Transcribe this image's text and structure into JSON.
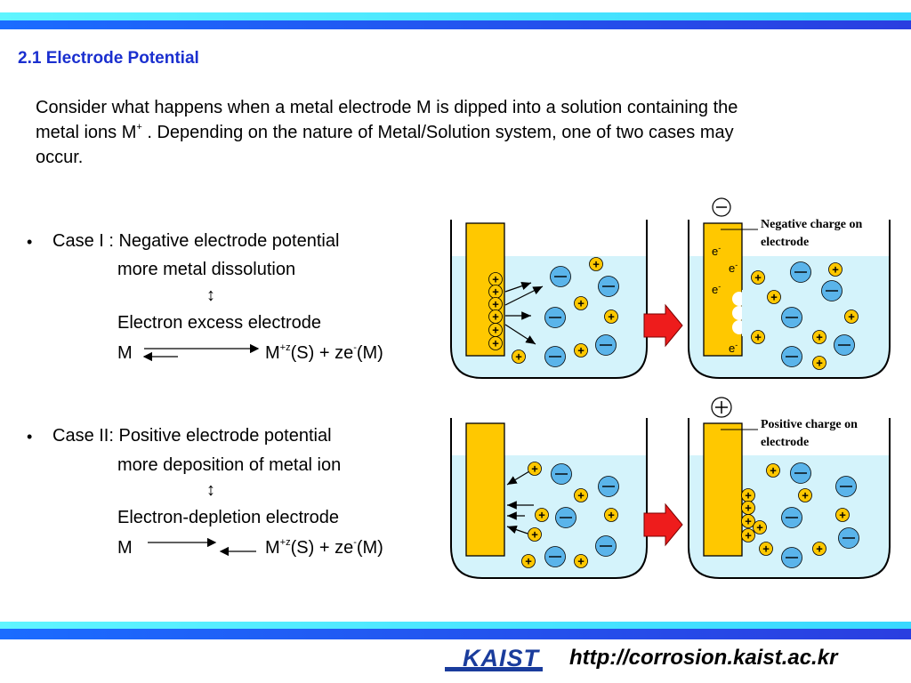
{
  "section_title": "2.1 Electrode Potential",
  "intro": {
    "line1": "Consider what happens when a metal electrode M is dipped into a solution containing the",
    "line2_a": "metal ions M",
    "line2_sup": "+",
    "line2_b": " . Depending on the nature of Metal/Solution system, one of two cases may",
    "line3": "occur."
  },
  "case1": {
    "bullet": "•",
    "heading": "Case I : Negative electrode potential",
    "detail": "more metal dissolution",
    "arrow_symbol": "↕",
    "electrode": "Electron excess electrode",
    "eq_left": "M",
    "eq_right_a": "M",
    "eq_right_sup": "+z",
    "eq_right_b": "(S) + ze",
    "eq_right_sup2": "-",
    "eq_right_c": "(M)"
  },
  "case2": {
    "bullet": "•",
    "heading": "Case II: Positive electrode potential",
    "detail": "more deposition of metal ion",
    "arrow_symbol": "↕",
    "electrode": "Electron-depletion electrode",
    "eq_left": "M",
    "eq_right_a": "M",
    "eq_right_sup": "+z",
    "eq_right_b": "(S) + ze",
    "eq_right_sup2": "-",
    "eq_right_c": "(M)"
  },
  "diagram": {
    "neg_label_1": "Negative charge on",
    "neg_label_2": "electrode",
    "pos_label_1": "Positive charge on",
    "pos_label_2": "electrode",
    "minus_sign": "−",
    "plus_sign": "+",
    "electron": "e",
    "electron_sup": "-",
    "cation": "+",
    "anion": "—"
  },
  "footer": {
    "logo": "KAIST",
    "url": "http://corrosion.kaist.ac.kr"
  },
  "colors": {
    "title_blue": "#1a2fcf",
    "band_blue": "#2a3ee0",
    "band_cyan": "#5ff5ff",
    "electrode_gold": "#ffc800",
    "solution": "#d4f3fb",
    "anion_fill": "#5ab4ea",
    "cation_fill": "#ffc800",
    "arrow_red": "#ee1c1c"
  }
}
